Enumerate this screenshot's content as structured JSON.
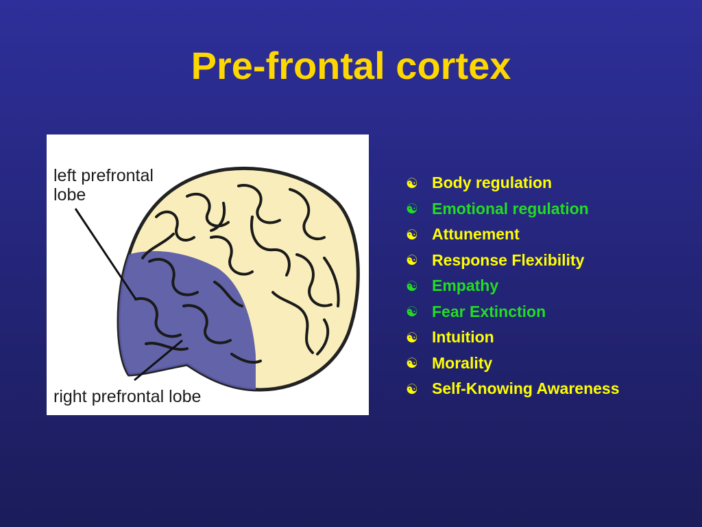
{
  "colors": {
    "background": "#2a2b8c",
    "title": "#ffd700",
    "text_default": "#ffff00",
    "text_highlight": "#22dd22",
    "brain_fill": "#f9eebb",
    "lobe_fill": "#5b5ba8"
  },
  "title": "Pre-frontal cortex",
  "figure": {
    "label_left_line1": "left prefrontal",
    "label_left_line2": "lobe",
    "label_right": "right prefrontal lobe"
  },
  "bullet_icon": "yin-yang-icon",
  "bullets": [
    {
      "text": "Body regulation",
      "highlight": false
    },
    {
      "text": "Emotional regulation",
      "highlight": true
    },
    {
      "text": "Attunement",
      "highlight": false
    },
    {
      "text": "Response Flexibility",
      "highlight": false
    },
    {
      "text": "Empathy",
      "highlight": true
    },
    {
      "text": "Fear Extinction",
      "highlight": true
    },
    {
      "text": "Intuition",
      "highlight": false
    },
    {
      "text": "Morality",
      "highlight": false
    },
    {
      "text": "Self-Knowing Awareness",
      "highlight": false
    }
  ]
}
